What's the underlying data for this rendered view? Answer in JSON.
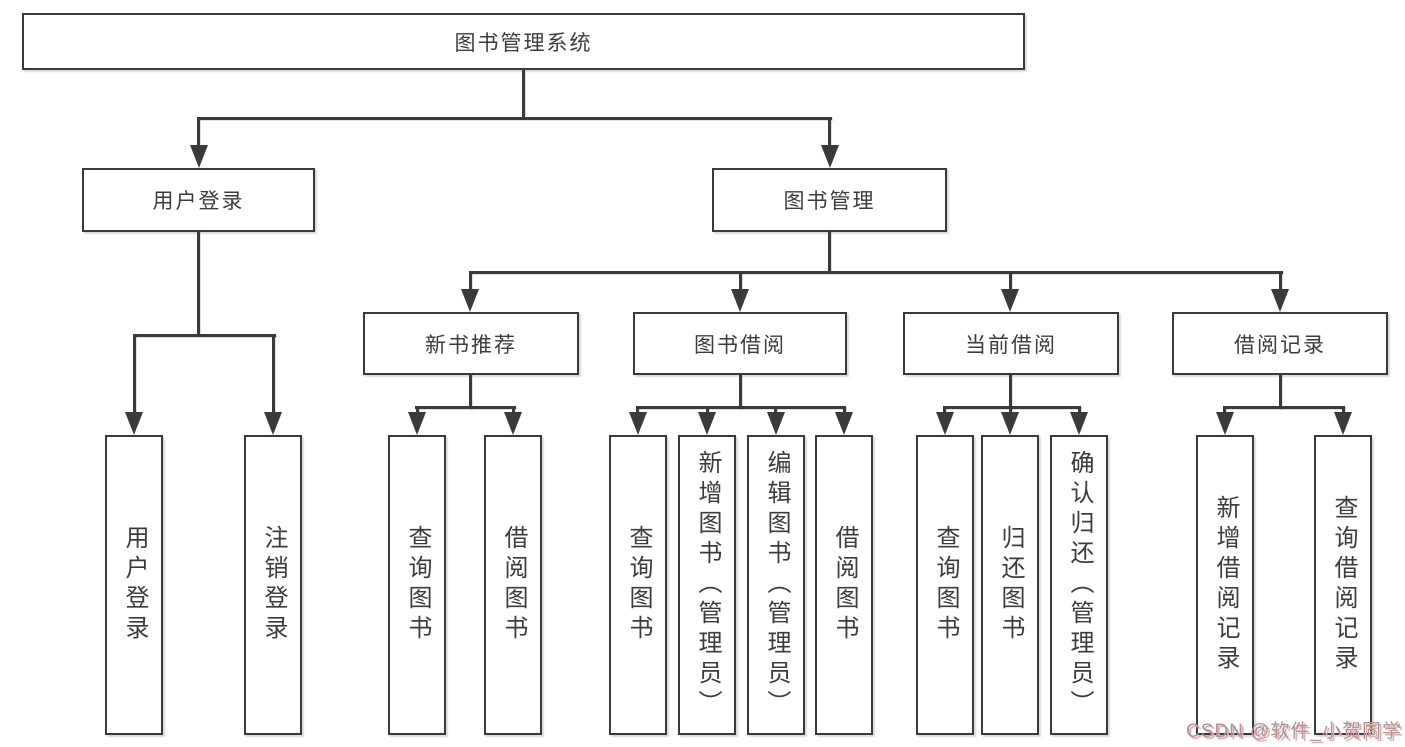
{
  "diagram": {
    "root_label": "图书管理系统",
    "branches": [
      {
        "label": "用户登录",
        "children": [
          {
            "label": "用户登录"
          },
          {
            "label": "注销登录"
          }
        ]
      },
      {
        "label": "图书管理",
        "children": [
          {
            "label": "新书推荐",
            "children": [
              {
                "label": "查询图书"
              },
              {
                "label": "借阅图书"
              }
            ]
          },
          {
            "label": "图书借阅",
            "children": [
              {
                "label": "查询图书"
              },
              {
                "label": "新增图书（管理员）"
              },
              {
                "label": "编辑图书（管理员）"
              },
              {
                "label": "借阅图书"
              }
            ]
          },
          {
            "label": "当前借阅",
            "children": [
              {
                "label": "查询图书"
              },
              {
                "label": "归还图书"
              },
              {
                "label": "确认归还（管理员）"
              }
            ]
          },
          {
            "label": "借阅记录",
            "children": [
              {
                "label": "新增借阅记录"
              },
              {
                "label": "查询借阅记录"
              }
            ]
          }
        ]
      }
    ]
  },
  "watermark": {
    "text": "CSDN @软件_小贺同学"
  },
  "colors": {
    "line": "#3a3a3a",
    "text": "#3c3c3c",
    "background": "#ffffff",
    "watermark_text": "#9d9d9d",
    "watermark_shadow": "#f5a3a3"
  }
}
